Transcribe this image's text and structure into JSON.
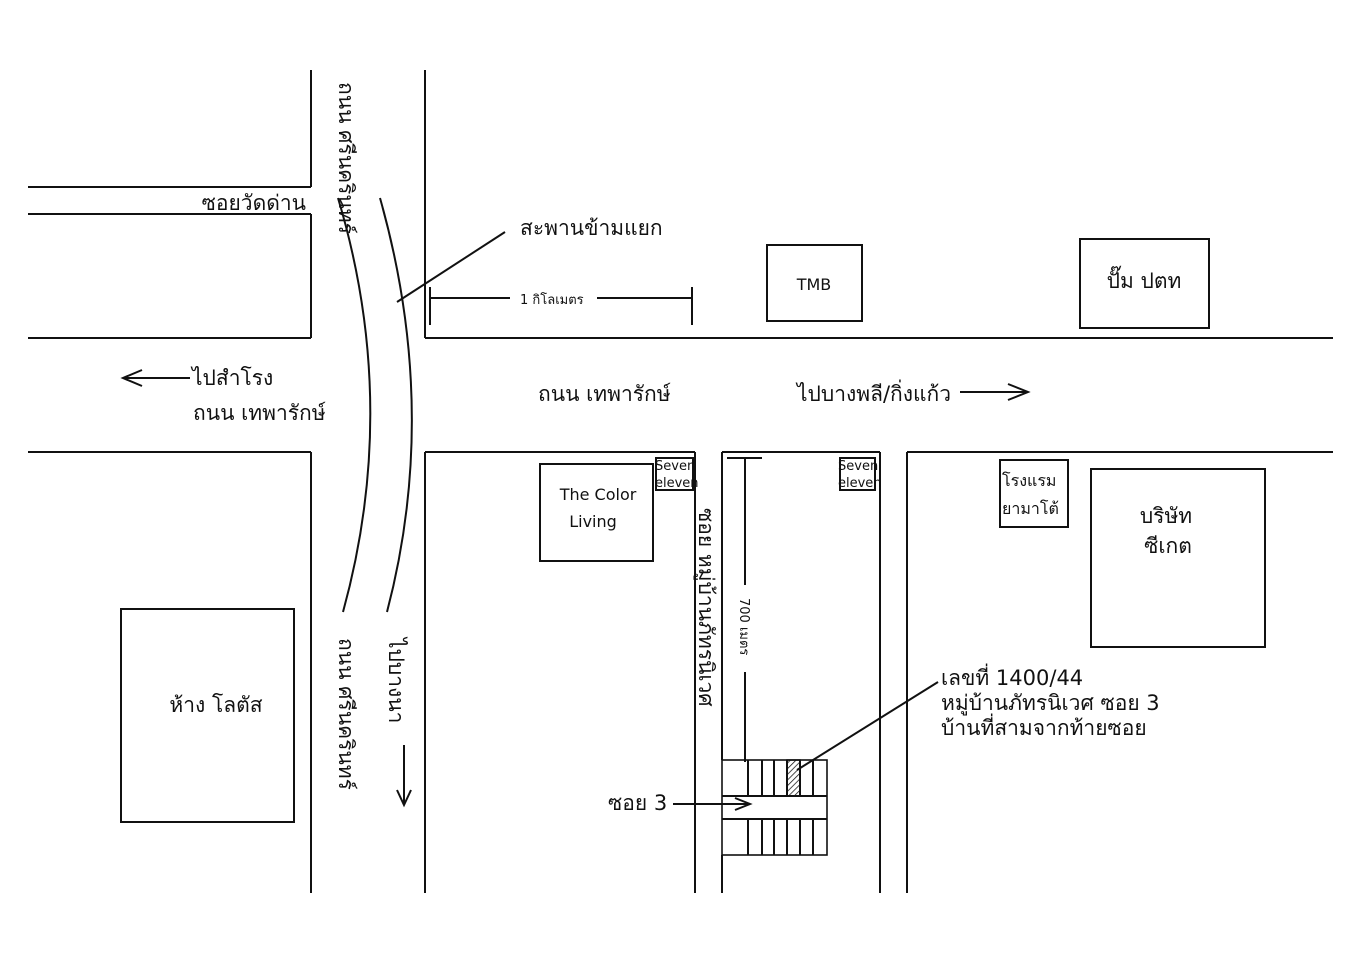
{
  "map": {
    "road_labels": {
      "soi_wat_dan": "ซอยวัดด่าน",
      "srinakarin_top": "ถนน ศรีนครินทร์",
      "srinakarin_bottom": "ถนน ศรีนครินทร์",
      "to_samrong": "ไปสำโรง",
      "theparak_left": "ถนน เทพารักษ์",
      "theparak_center": "ถนน เทพารักษ์",
      "to_bangphli": "ไปบางพลี/กิ่งแก้ว",
      "to_bangna": "ไปบางนา",
      "soi_village": "ซอย หมู่บ้านภัทรนิเวศ",
      "soi_3": "ซอย 3"
    },
    "landmarks": {
      "overpass": "สะพานข้ามแยก",
      "tmb": "TMB",
      "ptt_line1": "ปั๊ม ปตท",
      "color_living_line1": "The Color",
      "color_living_line2": "Living",
      "seven_eleven_1_line1": "Seven",
      "seven_eleven_1_line2": "eleven",
      "seven_eleven_2_line1": "Seven",
      "seven_eleven_2_line2": "eleven",
      "hotel_line1": "โรงแรม",
      "hotel_line2": "ยามาโต้",
      "company_line1": "บริษัท",
      "company_line2": "ซีเกต",
      "lotus": "ห้าง โลตัส"
    },
    "distances": {
      "one_km": "1 กิโลเมตร",
      "seven_hundred_m": "700 เมตร"
    },
    "address": {
      "line1": "เลขที่ 1400/44",
      "line2": "หมู่บ้านภัทรนิเวศ ซอย 3",
      "line3": "บ้านที่สามจากท้ายซอย"
    }
  }
}
